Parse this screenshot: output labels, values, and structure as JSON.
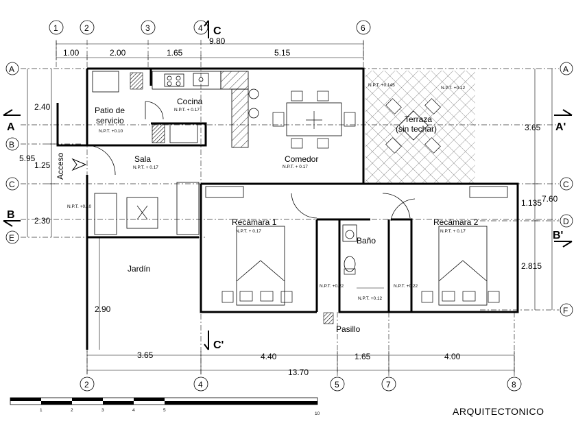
{
  "dimensions": {
    "total_top": "9.80",
    "top_segments": [
      "1.00",
      "2.00",
      "1.65",
      "5.15"
    ],
    "left_total": "5.95",
    "left_segments": [
      "2.40",
      "1.25",
      "2.30"
    ],
    "left_lower": "2.90",
    "right_total": "7.60",
    "right_segments": [
      "3.65",
      "1.135",
      "2.815"
    ],
    "bottom_total": "13.70",
    "bottom_segments": [
      "3.65",
      "4.40",
      "1.65",
      "4.00"
    ]
  },
  "axes": {
    "top": [
      "1",
      "2",
      "3",
      "4",
      "6"
    ],
    "bottom": [
      "2",
      "4",
      "5",
      "7",
      "8"
    ],
    "left": [
      "A",
      "B",
      "C",
      "E"
    ],
    "right": [
      "A",
      "C",
      "D",
      "F"
    ]
  },
  "sections": {
    "a": "A",
    "a_prime": "A'",
    "b": "B",
    "b_prime": "B'",
    "c_top": "C",
    "c_bottom": "C'"
  },
  "rooms": {
    "patio_line1": "Patio de",
    "patio_line2": "servicio",
    "cocina": "Cocina",
    "comedor": "Comedor",
    "terraza_line1": "Terraza",
    "terraza_line2": "(sin techar)",
    "sala": "Sala",
    "acceso": "Acceso",
    "recamara1": "Recámara 1",
    "recamara2": "Recámara 2",
    "bano": "Baño",
    "jardin": "Jardín",
    "pasillo": "Pasillo"
  },
  "levels": {
    "patio": "N.P.T. +0.10",
    "cocina": "N.P.T. + 0.17",
    "comedor": "N.P.T. + 0.17",
    "sala": "N.P.T. + 0.17",
    "terraza1": "N.P.T. +0.145",
    "terraza2": "N.P.T. +0.12",
    "jardin": "N.P.T. +0.10",
    "recamara1": "N.P.T. + 0.17",
    "recamara2": "N.P.T. + 0.17",
    "closet1": "N.P.T. +0.22",
    "closet2": "N.P.T. +0.22",
    "bano": "N.P.T. +0.12"
  },
  "scale_ticks": [
    "1",
    "2",
    "3",
    "4",
    "5",
    "10"
  ],
  "title": "ARQUITECTONICO"
}
